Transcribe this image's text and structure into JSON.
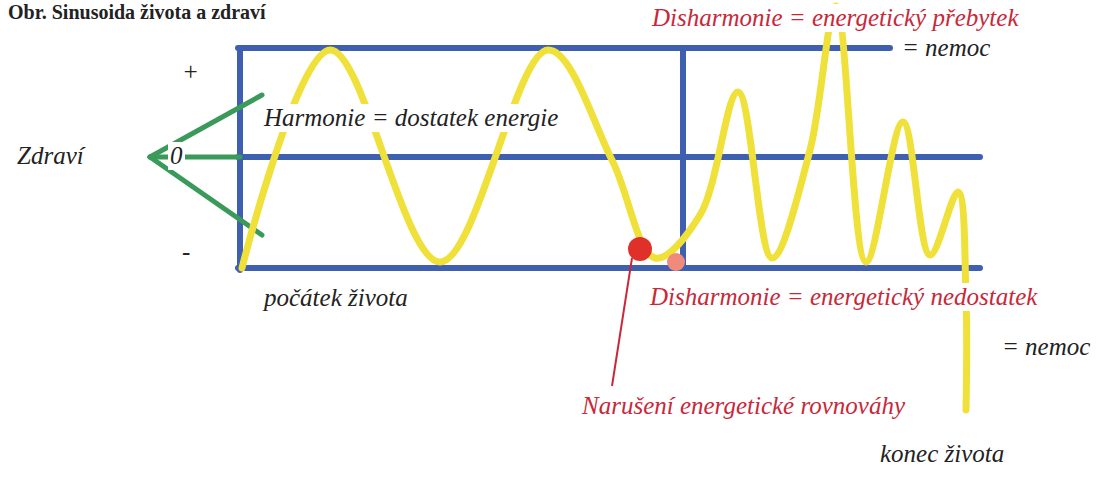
{
  "diagram": {
    "title": "Obr. Sinusoida života a zdraví",
    "labels": [
      "Disharmonie = energetický přebytek",
      "= nemoc",
      "+",
      "Harmonie = dostatek energie",
      "Zdraví",
      "0",
      "-",
      "počátek života",
      "Disharmonie = energetický nedostatek",
      "= nemoc",
      "Narušení energetické rovnováhy",
      "konec života"
    ]
  }
}
